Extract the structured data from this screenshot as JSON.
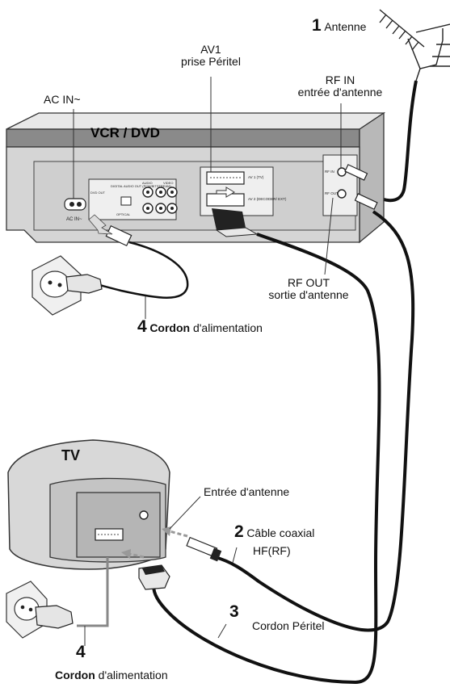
{
  "labels": {
    "antenna_number": "1",
    "antenna": "Antenne",
    "av1": "AV1",
    "av1_sub": "prise Péritel",
    "rf_in": "RF IN",
    "rf_in_sub": "entrée d'antenne",
    "ac_in": "AC IN~",
    "vcr_dvd": "VCR / DVD",
    "rf_out": "RF OUT",
    "rf_out_sub": "sortie d'antenne",
    "power_top_number": "4",
    "power_top_bold": "Cordon",
    "power_top_rest": " d'alimentation",
    "tv": "TV",
    "tv_antenna_input": "Entrée d'antenne",
    "coax_number": "2",
    "coax": "Câble coaxial",
    "coax_sub": "HF(RF)",
    "scart_number": "3",
    "scart": "Cordon Péritel",
    "power_bottom_number": "4",
    "power_bottom_bold": "Cordon",
    "power_bottom_rest": " d'alimentation"
  },
  "panel_text": {
    "ac_in_small": "AC IN~",
    "av1_small": "AV 1 (TV)",
    "av2_small": "AV 2 (DECODER/ EXT)",
    "rf_in_small": "RF IN",
    "rf_out_small": "RF OUT",
    "digital_audio": "DIGITAL AUDIO OUT (PCM/BITSTREAM)",
    "optical": "OPTICAL",
    "dvd_out": "DVD OUT",
    "audio": "AUDIO",
    "video": "VIDEO"
  }
}
